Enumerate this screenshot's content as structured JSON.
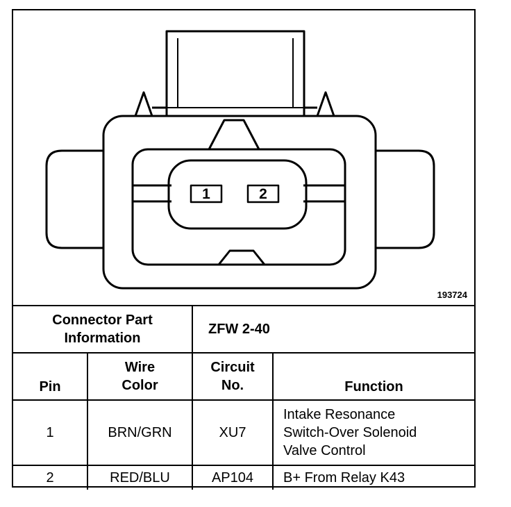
{
  "figure": {
    "id": "193724"
  },
  "connector": {
    "pins": [
      "1",
      "2"
    ]
  },
  "part_info": {
    "label": "Connector Part Information",
    "value": "ZFW 2-40"
  },
  "headers": {
    "pin": "Pin",
    "wire_color": "Wire Color",
    "circuit": "Circuit No.",
    "function": "Function"
  },
  "rows": [
    {
      "pin": "1",
      "wire_color": "BRN/GRN",
      "circuit": "XU7",
      "function": [
        "Intake Resonance",
        "Switch-Over Solenoid",
        "Valve Control"
      ]
    },
    {
      "pin": "2",
      "wire_color": "RED/BLU",
      "circuit": "AP104",
      "function": [
        "B+ From Relay K43"
      ]
    }
  ]
}
